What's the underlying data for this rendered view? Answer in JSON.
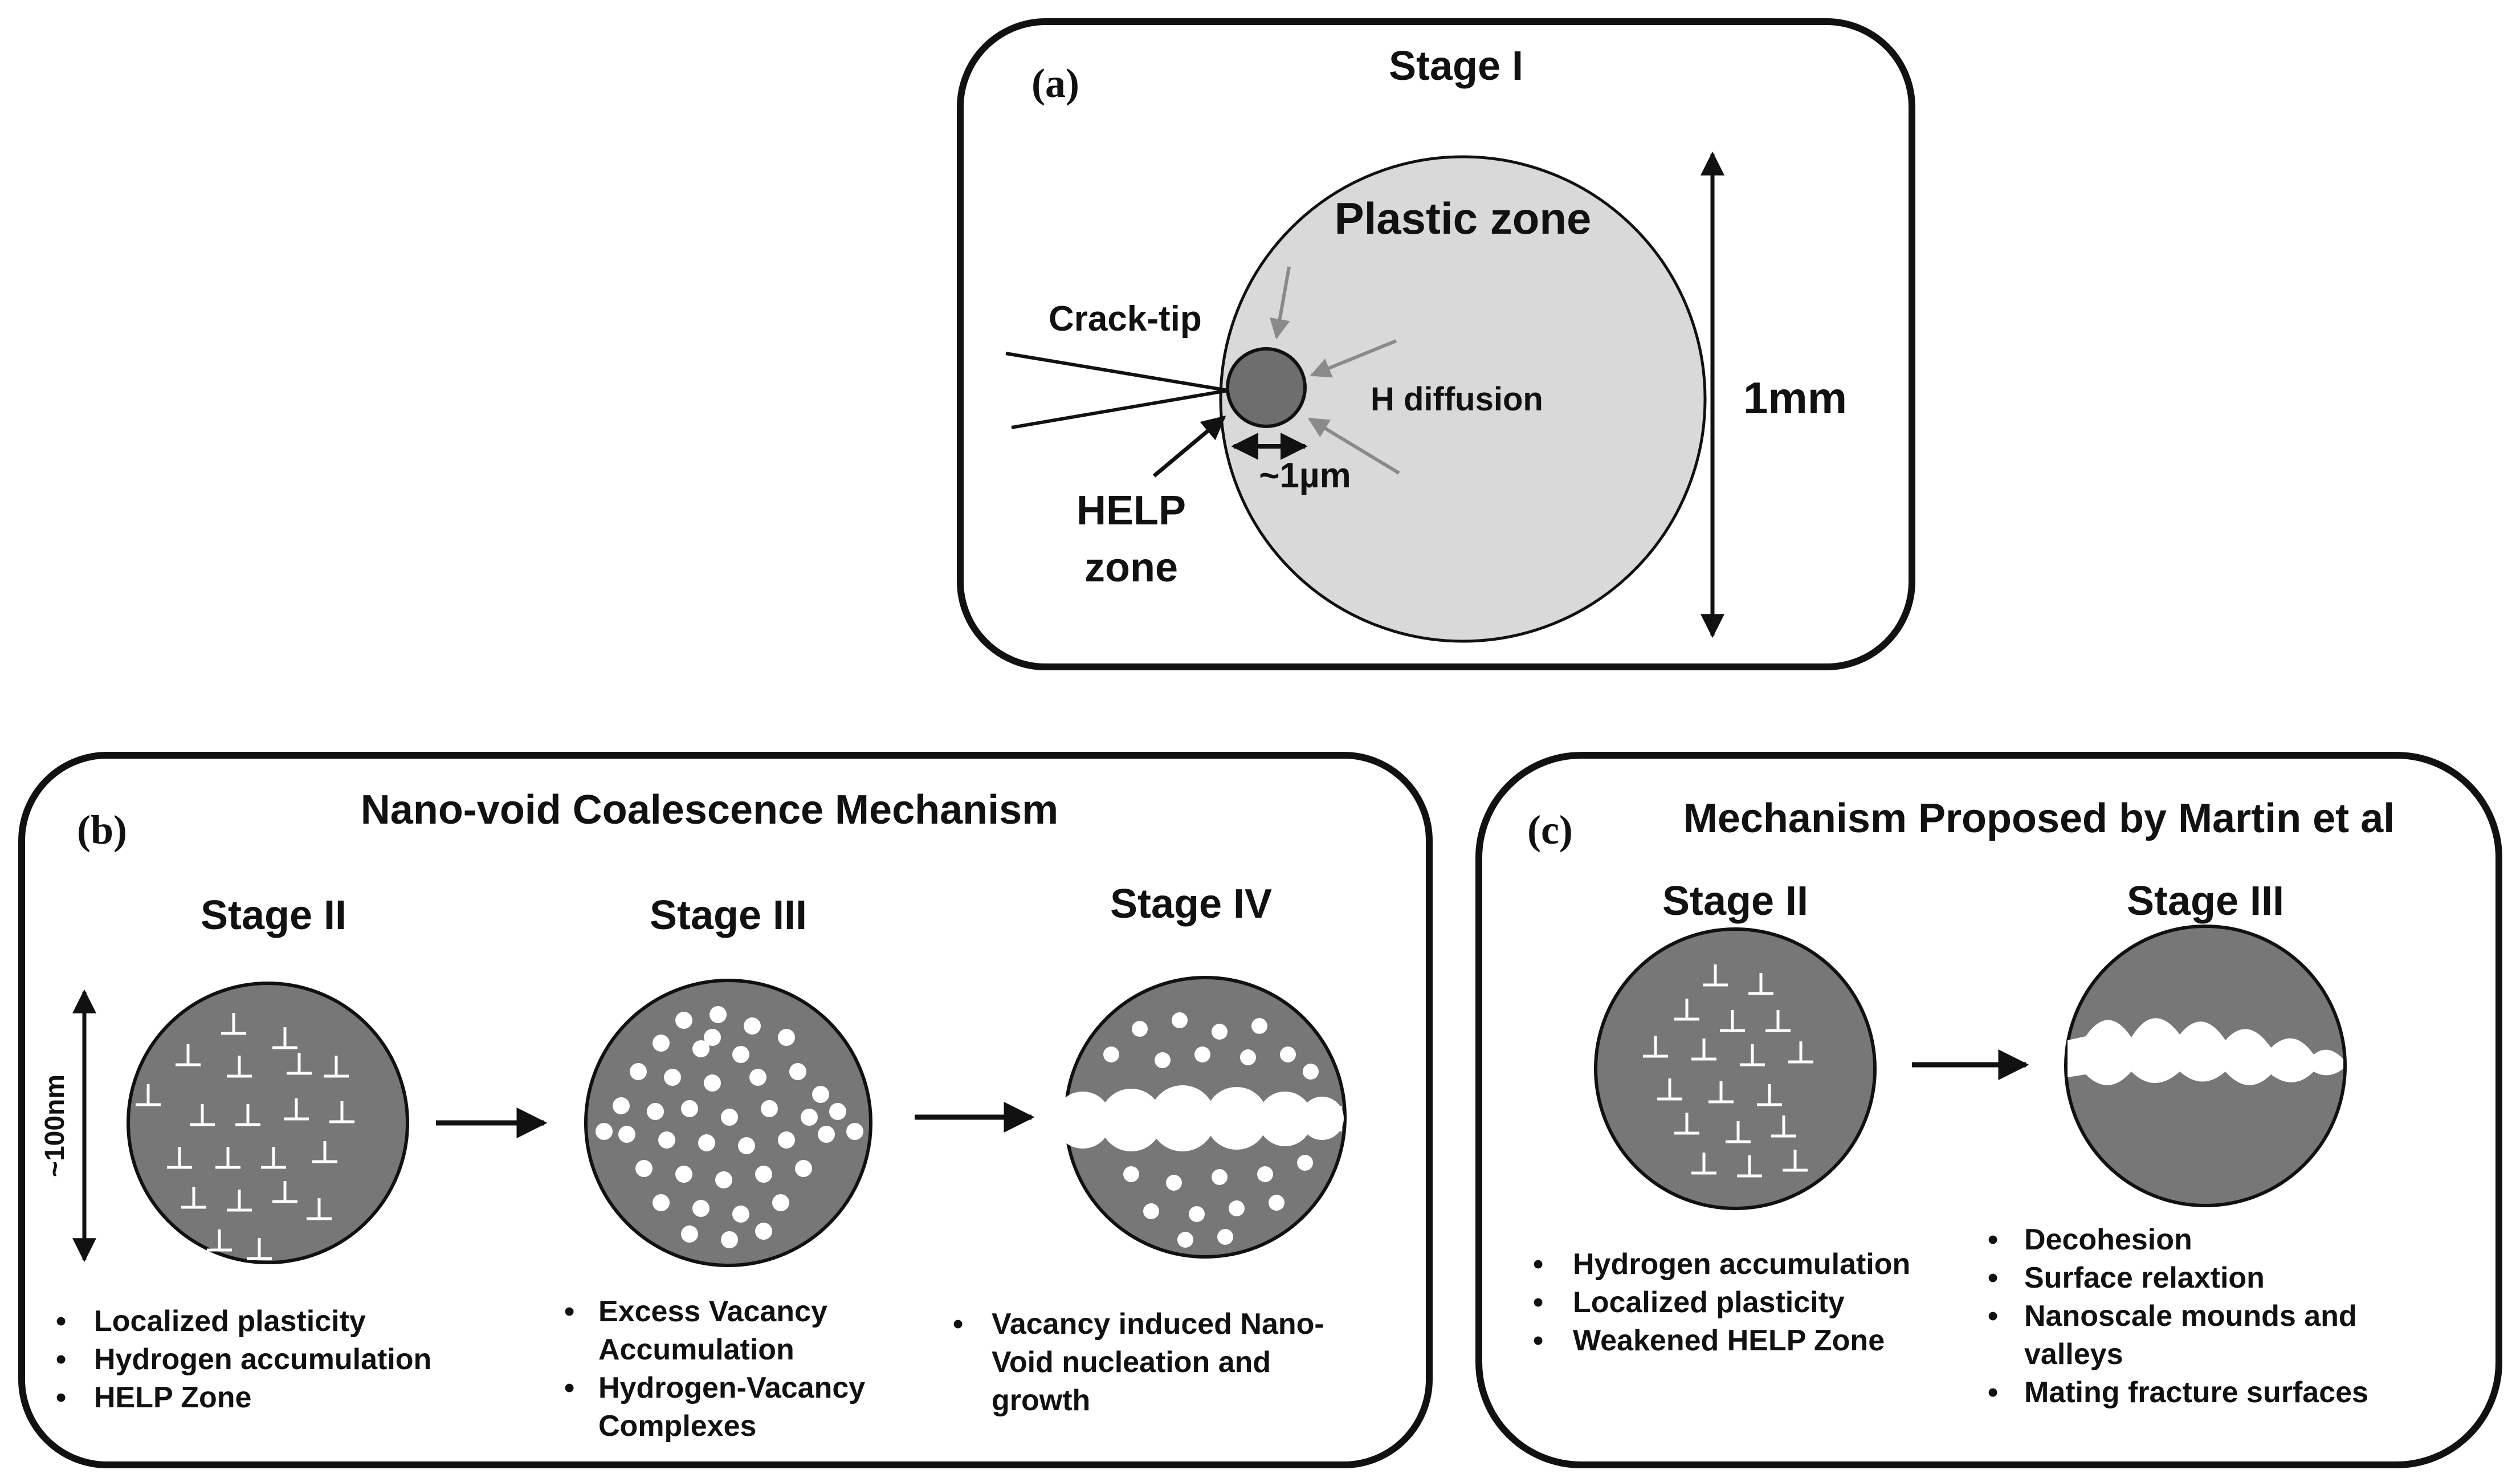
{
  "panel_a": {
    "letter": "(a)",
    "title": "Stage I",
    "plastic_zone": "Plastic zone",
    "crack_tip": "Crack-tip",
    "h_diffusion": "H diffusion",
    "size_label": "1mm",
    "help_line1": "HELP",
    "help_line2": "zone",
    "micron": "~1µm"
  },
  "panel_b": {
    "letter": "(b)",
    "title": "Nano-void Coalescence Mechanism",
    "scale": "~100nm",
    "stages": [
      {
        "title": "Stage II",
        "bullets": [
          "Localized plasticity",
          "Hydrogen accumulation",
          "HELP Zone"
        ]
      },
      {
        "title": "Stage III",
        "bullets": [
          "Excess Vacancy",
          "Accumulation",
          "Hydrogen-Vacancy",
          "Complexes"
        ]
      },
      {
        "title": "Stage IV",
        "bullets": [
          "Vacancy induced Nano-",
          "Void nucleation and",
          "growth"
        ]
      }
    ]
  },
  "panel_c": {
    "letter": "(c)",
    "title": "Mechanism Proposed by Martin et al",
    "stages": [
      {
        "title": "Stage II",
        "bullets": [
          "Hydrogen accumulation",
          "Localized plasticity",
          "Weakened  HELP Zone"
        ]
      },
      {
        "title": "Stage III",
        "bullets": [
          "Decohesion",
          "Surface relaxtion",
          "Nanoscale mounds and",
          "valleys",
          "Mating fracture surfaces"
        ]
      }
    ]
  },
  "colors": {
    "disc": "#777777",
    "plastic": "#d9d9d9",
    "help": "#6e6e6e",
    "gray_arrow": "#8a8a8a"
  },
  "bullet_glyph": "•"
}
